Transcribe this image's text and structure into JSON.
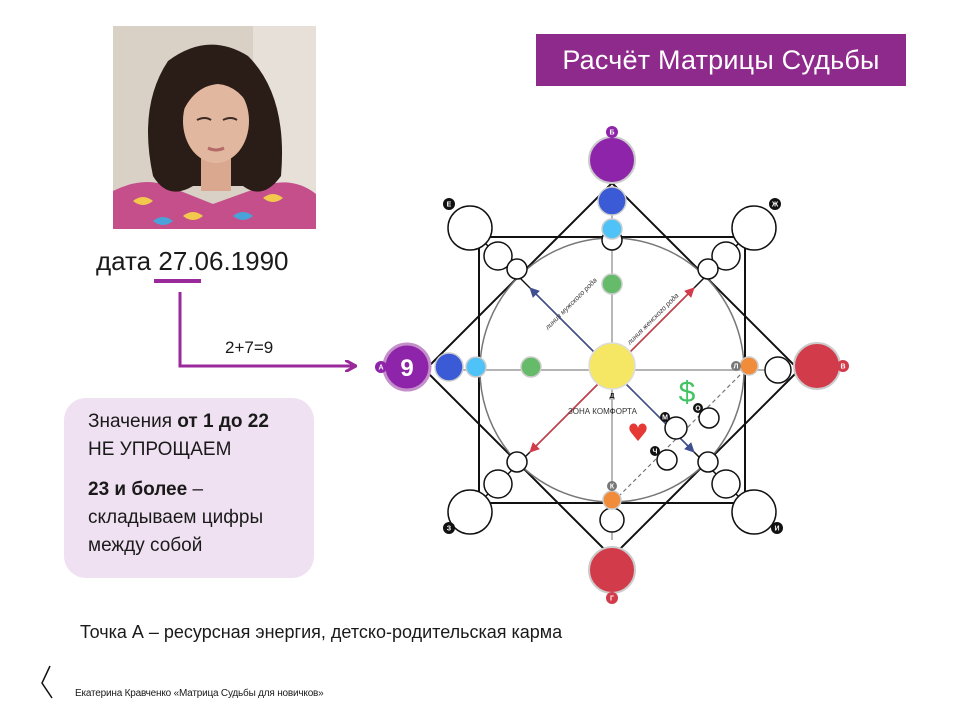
{
  "title": "Расчёт Матрицы Судьбы",
  "date_label": "дата",
  "date_day_month": "27.06",
  "date_year": ".1990",
  "sum_expression": "2+7=9",
  "info": {
    "line1_prefix": "Значения ",
    "line1_bold": "от 1 до 22",
    "line2": "НЕ УПРОЩАЕМ",
    "line3_bold": "23 и более",
    "line3_suffix": " –",
    "line4": "складываем цифры",
    "line5": "между собой"
  },
  "point_caption": "Точка А – ресурсная энергия, детско-родительская карма",
  "footer_credit": "Екатерина Кравченко «Матрица Судьбы для новичков»",
  "matrix": {
    "point_a_value": "9",
    "zone_label": "ЗОНА КОМФОРТА",
    "male_line_label": "линия мужского рода",
    "female_line_label": "линия женского рода",
    "dollar_symbol": "$",
    "heart_symbol": "♥",
    "labels": {
      "a": "А",
      "b": "Б",
      "v": "В",
      "g": "Г",
      "d": "Д",
      "e": "Е",
      "zh": "Ж",
      "z": "З",
      "i": "И",
      "k": "К",
      "l": "Л",
      "m": "М",
      "o": "О",
      "ch": "Ч"
    }
  },
  "colors": {
    "title_bg": "#8e2a8c",
    "arrow_purple": "#9a2a9c",
    "info_bg": "#efe0f2",
    "purple": "#8e24aa",
    "blue": "#3b5bd6",
    "cyan": "#4fc3f7",
    "green": "#66bb6a",
    "yellow": "#f5e663",
    "orange": "#f08c3a",
    "red": "#d23b4a",
    "heart": "#e53935",
    "dollar": "#43c463"
  }
}
